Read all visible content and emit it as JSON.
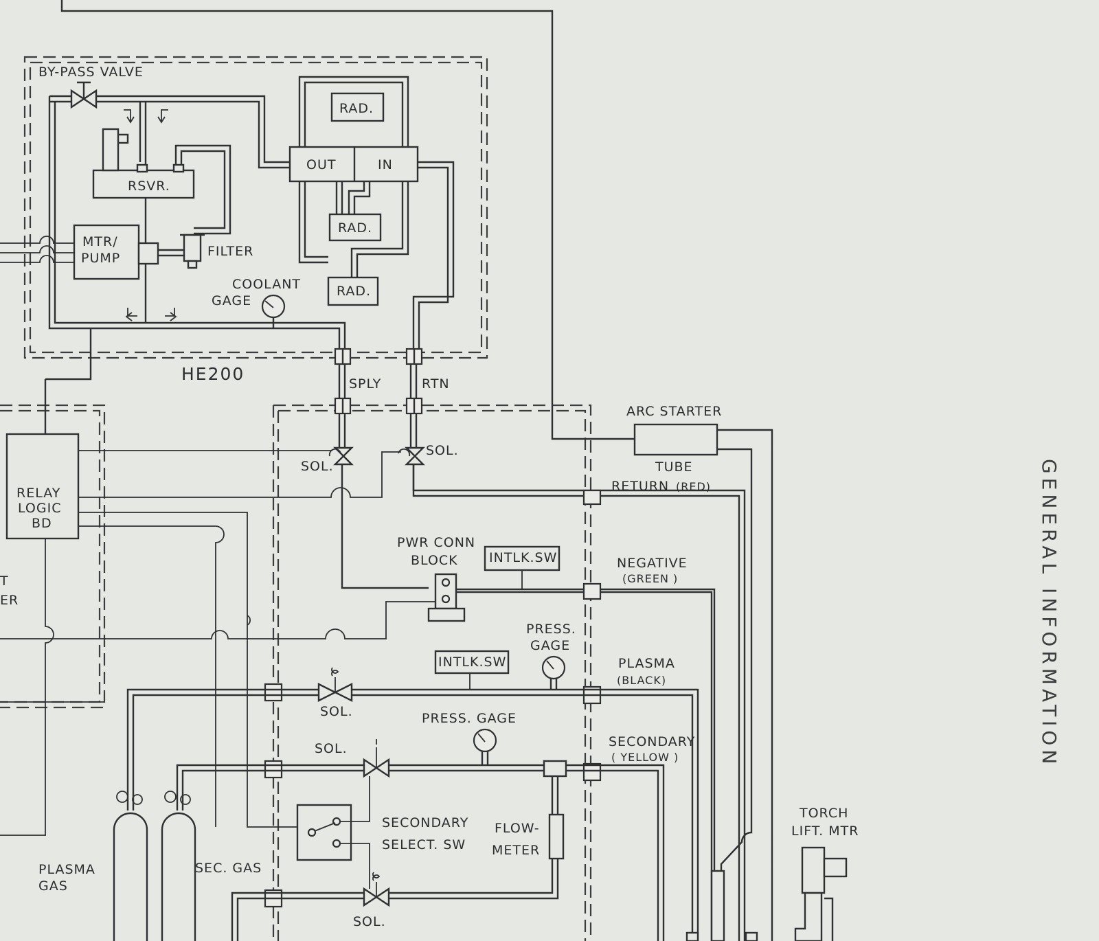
{
  "labels": {
    "bypass_valve": "BY-PASS VALVE",
    "rsvr": "RSVR.",
    "mtr_pump_1": "MTR/",
    "mtr_pump_2": "PUMP",
    "filter": "FILTER",
    "coolant_gage_1": "COOLANT",
    "coolant_gage_2": "GAGE",
    "rad": "RAD.",
    "out": "OUT",
    "in": "IN",
    "he200": "HE200",
    "sply": "SPLY",
    "rtn": "RTN",
    "arc_starter": "ARC STARTER",
    "sol": "SOL.",
    "tube": "TUBE",
    "return_red": "RETURN",
    "return_red_color": "(RED)",
    "relay_logic_1": "RELAY",
    "relay_logic_2": "LOGIC",
    "relay_logic_3": "BD",
    "partial_t": "T",
    "partial_er": "ER",
    "pwr_conn_1": "PWR CONN",
    "pwr_conn_2": "BLOCK",
    "intlk_sw": "INTLK.SW",
    "negative": "NEGATIVE",
    "negative_color": "(GREEN )",
    "press_gage_1": "PRESS.",
    "press_gage_2": "GAGE",
    "plasma": "PLASMA",
    "plasma_color": "(BLACK)",
    "press_gage_full": "PRESS. GAGE",
    "secondary": "SECONDARY",
    "secondary_color": "( YELLOW )",
    "secondary_select_1": "SECONDARY",
    "secondary_select_2": "SELECT. SW",
    "flow_meter_1": "FLOW-",
    "flow_meter_2": "METER",
    "torch_lift_1": "TORCH",
    "torch_lift_2": "LIFT. MTR",
    "plasma_gas_1": "PLASMA",
    "plasma_gas_2": "GAS",
    "sec_gas": "SEC. GAS",
    "general_information": "GENERAL INFORMATION"
  }
}
